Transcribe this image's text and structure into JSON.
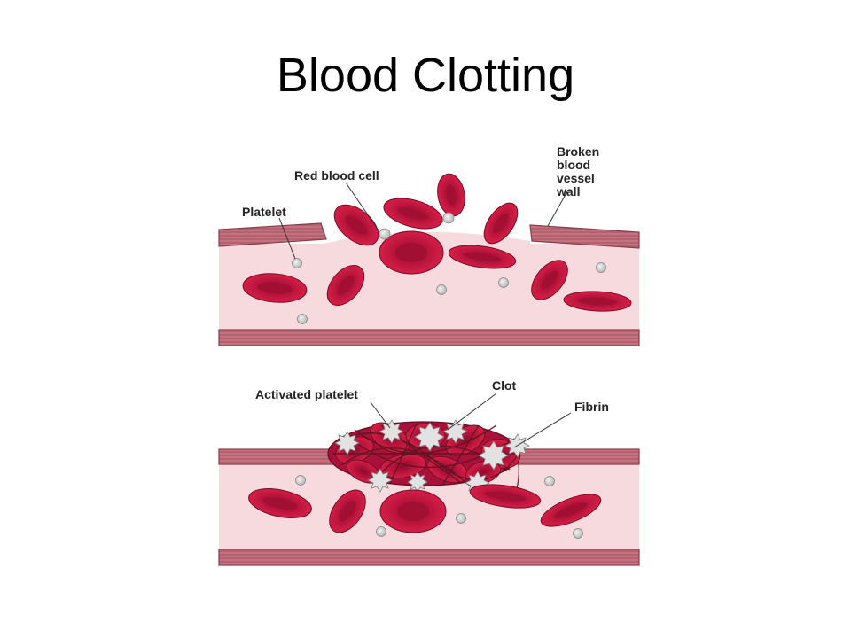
{
  "slide": {
    "title": "Blood Clotting"
  },
  "labels": {
    "red_blood_cell": "Red blood cell",
    "platelet": "Platelet",
    "broken_wall": [
      "Broken",
      "blood",
      "vessel",
      "wall"
    ],
    "activated_platelet": "Activated platelet",
    "clot": "Clot",
    "fibrin": "Fibrin"
  },
  "colors": {
    "vessel_wall": "#c4727f",
    "vessel_lumen": "#f6dade",
    "red_cell": "#c7173f",
    "red_cell_center": "#9e0f30",
    "platelet": "#d6d6d6",
    "label_text": "#222222"
  },
  "icons": [
    "red-blood-cell-icon",
    "platelet-icon",
    "fibrin-strand-icon"
  ]
}
